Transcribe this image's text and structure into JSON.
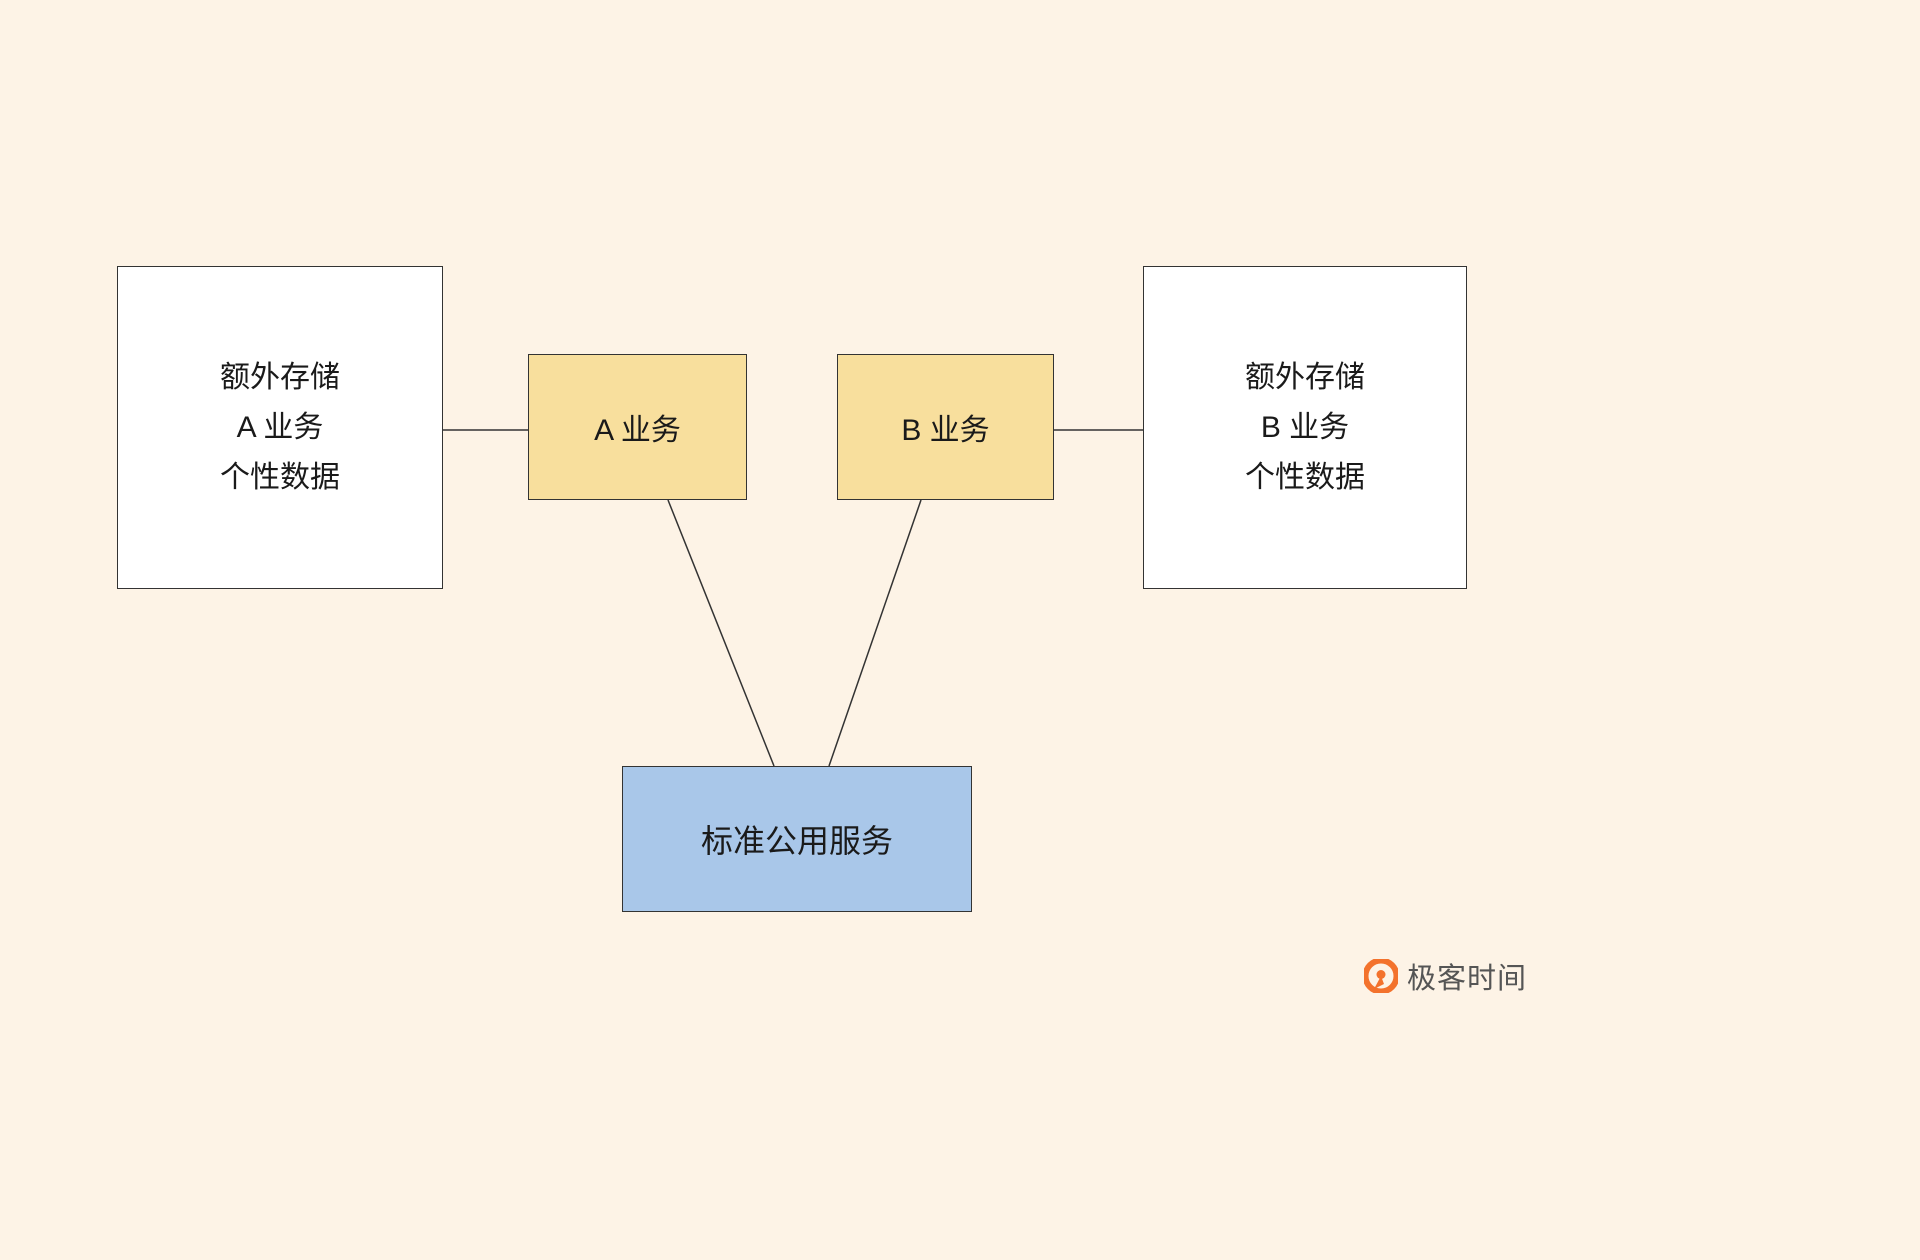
{
  "diagram": {
    "storage_a": {
      "lines": [
        "额外存储",
        "A 业务",
        "个性数据"
      ]
    },
    "service_a": {
      "label": "A 业务"
    },
    "service_b": {
      "label": "B 业务"
    },
    "storage_b": {
      "lines": [
        "额外存储",
        "B 业务",
        "个性数据"
      ]
    },
    "common_service": {
      "label": "标准公用服务"
    }
  },
  "branding": {
    "logo_text": "极客时间",
    "logo_icon": "geektime-circle-icon"
  },
  "colors": {
    "background": "#fdf3e6",
    "storage_box": "#ffffff",
    "service_box": "#f8df9d",
    "common_service_box": "#a9c7e9",
    "border": "#333333",
    "logo_orange": "#f3722c",
    "logo_text": "#555555"
  }
}
